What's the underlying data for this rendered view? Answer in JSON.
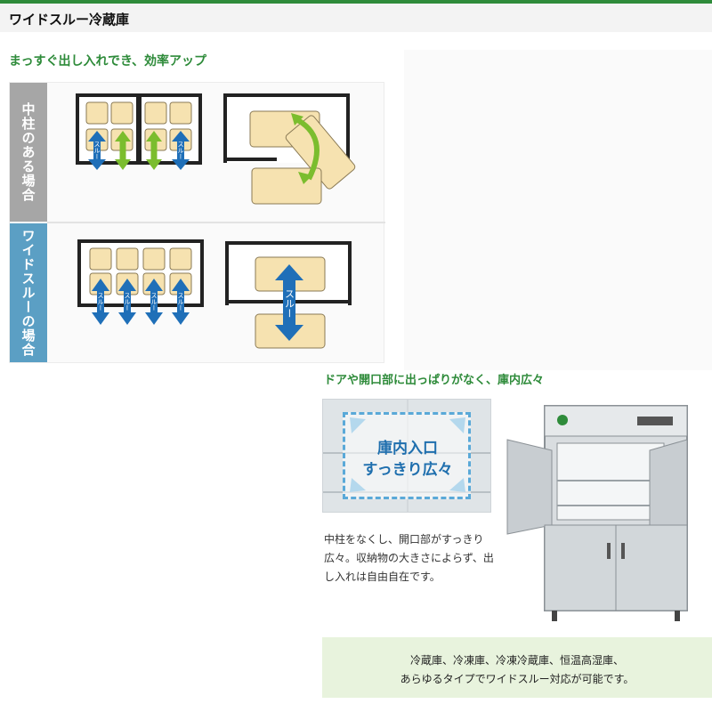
{
  "header": {
    "title": "ワイドスルー冷蔵庫"
  },
  "section1": {
    "subtitle": "まっすぐ出し入れでき、効率アップ",
    "row_labels": [
      "中柱のある場合",
      "ワイドスルーの場合"
    ],
    "arrow_text": "スルー"
  },
  "section2": {
    "subtitle": "ドアや開口部に出っぱりがなく、庫内広々",
    "photo_line1": "庫内入口",
    "photo_line2": "すっきり広々",
    "description": "中柱をなくし、開口部がすっきり広々。収納物の大きさによらず、出し入れは自由自在です。"
  },
  "footer_note": {
    "line1": "冷蔵庫、冷凍庫、冷凍冷蔵庫、恒温高湿庫、",
    "line2": "あらゆるタイプでワイドスルー対応が可能です。"
  }
}
